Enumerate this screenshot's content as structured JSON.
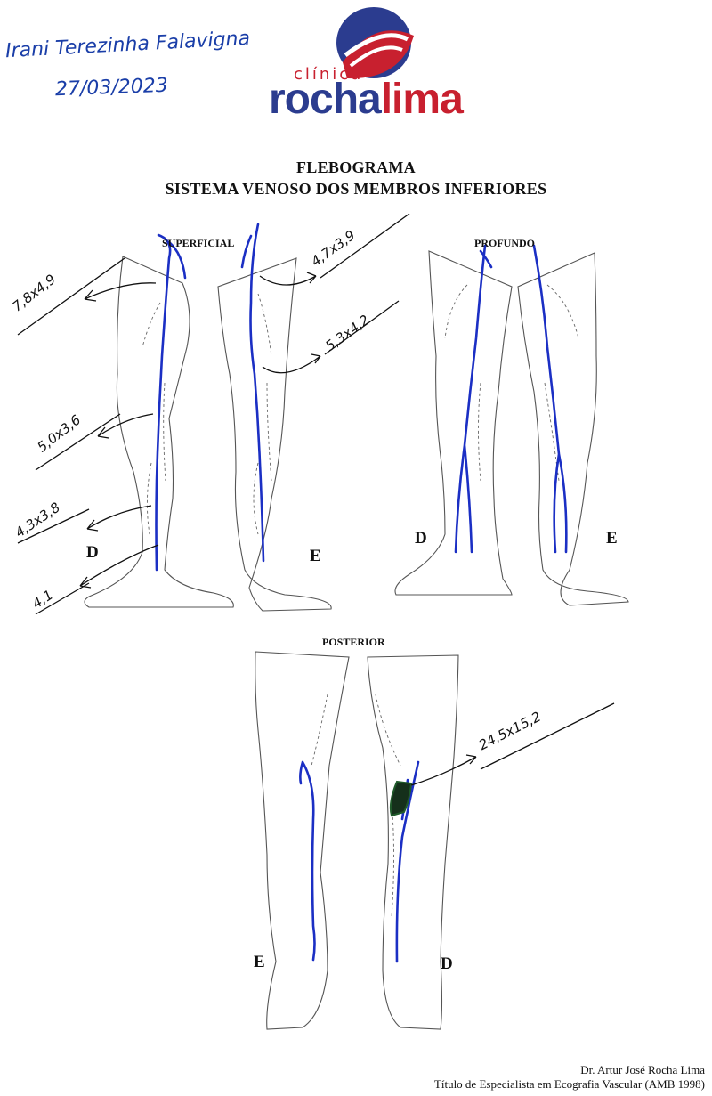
{
  "patient": {
    "name": "Irani Terezinha Falavigna",
    "date": "27/03/2023"
  },
  "logo": {
    "line1": "clínica",
    "rocha": "rocha",
    "lima": "lima",
    "color_blue": "#2b3c8f",
    "color_red": "#c8202f"
  },
  "header": {
    "title": "FLEBOGRAMA",
    "subtitle": "SISTEMA VENOSO DOS MEMBROS INFERIORES"
  },
  "sections": {
    "superficial": "SUPERFICIAL",
    "profundo": "PROFUNDO",
    "posterior": "POSTERIOR"
  },
  "sides": {
    "d": "D",
    "e": "E"
  },
  "measurements": {
    "m1": "7,8x4,9",
    "m2": "5,0x3,6",
    "m3": "4,3x3,8",
    "m4": "4,1",
    "m5": "4,7x3,9",
    "m6": "5,3x4,2",
    "m7": "24,5x15,2"
  },
  "footer": {
    "doctor": "Dr. Artur José Rocha Lima",
    "credential": "Título de Especialista em Ecografia Vascular (AMB 1998)"
  },
  "colors": {
    "vein": "#1b2fc4",
    "outline": "#555555",
    "thrombus": "#1f5a2a"
  }
}
